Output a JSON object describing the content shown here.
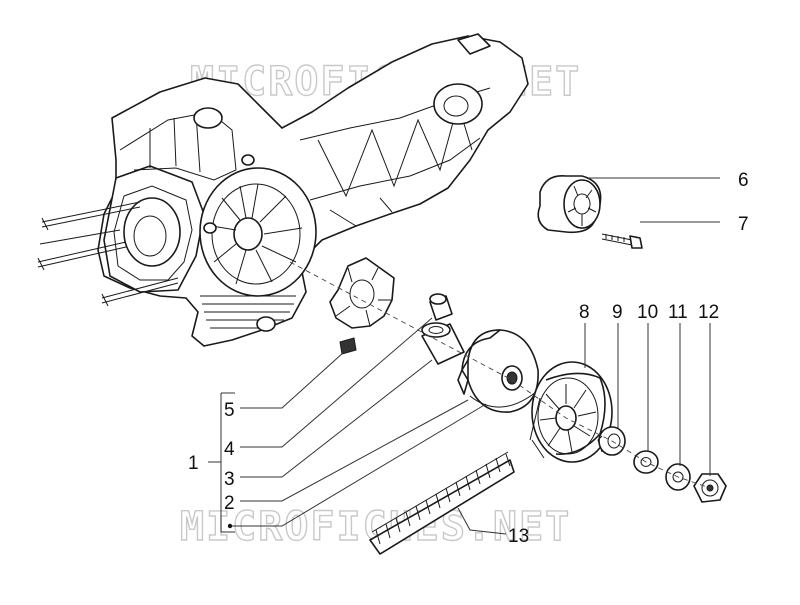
{
  "watermark": {
    "top": "MICROFICHES.NET",
    "bottom": "MICROFICHES.NET"
  },
  "callouts": [
    {
      "id": "1",
      "text": "1"
    },
    {
      "id": "2",
      "text": "2"
    },
    {
      "id": "3",
      "text": "3"
    },
    {
      "id": "4",
      "text": "4"
    },
    {
      "id": "5",
      "text": "5"
    },
    {
      "id": "6",
      "text": "6"
    },
    {
      "id": "7",
      "text": "7"
    },
    {
      "id": "8",
      "text": "8"
    },
    {
      "id": "9",
      "text": "9"
    },
    {
      "id": "10",
      "text": "10"
    },
    {
      "id": "11",
      "text": "11"
    },
    {
      "id": "12",
      "text": "12"
    },
    {
      "id": "13",
      "text": "13"
    }
  ]
}
